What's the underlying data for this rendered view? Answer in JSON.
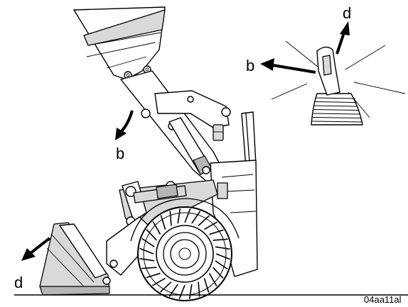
{
  "labels": {
    "upper_bucket_arrow": "b",
    "lower_bucket_arrow": "d",
    "lever_arrow_left": "b",
    "lever_arrow_up": "d"
  },
  "figure_code": "04aa11al"
}
